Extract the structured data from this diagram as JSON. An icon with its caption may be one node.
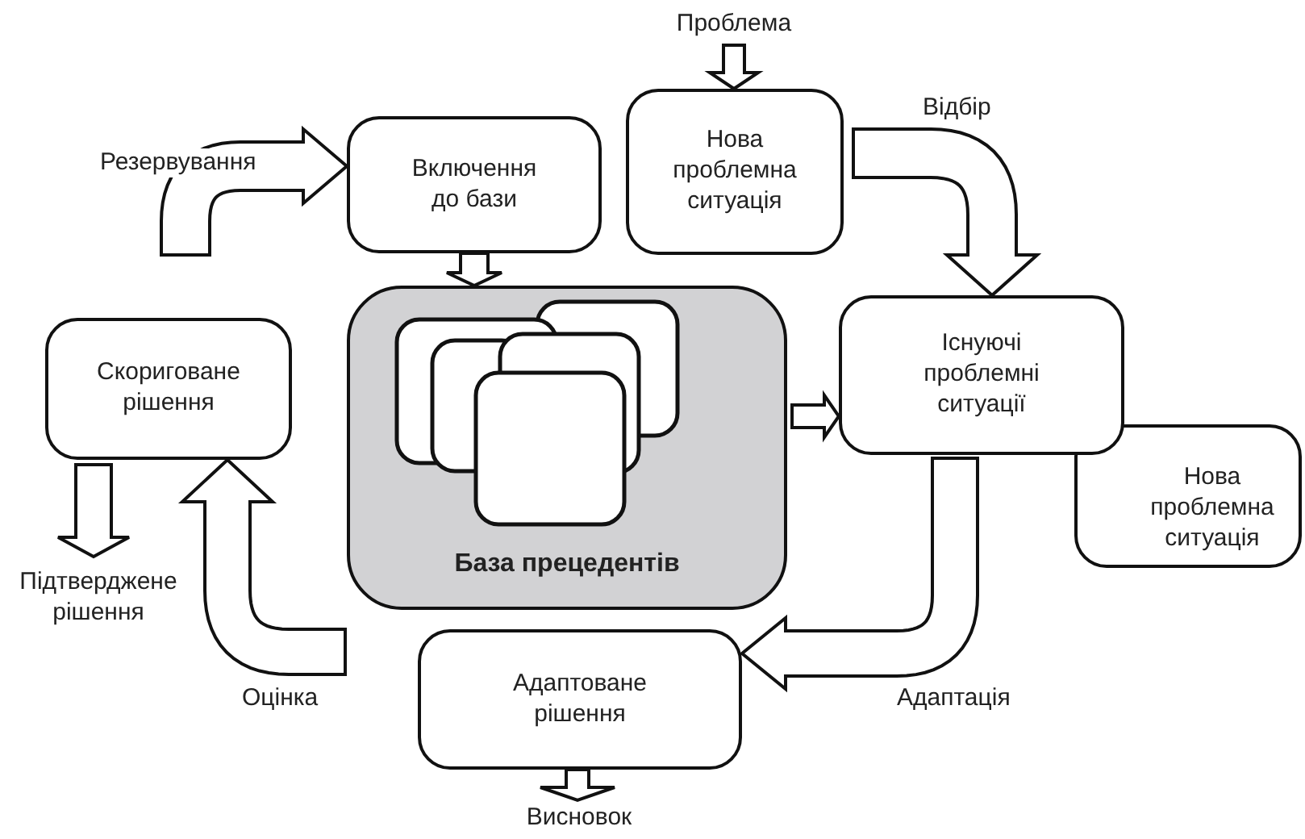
{
  "diagram": {
    "nodes": [
      {
        "text": [
          "Проблема"
        ]
      },
      {
        "text": [
          "Включення до бази"
        ]
      },
      {
        "text": [
          "Нова проблемна ситуація"
        ]
      },
      {
        "text": [
          "Скориговане рішення"
        ]
      },
      {
        "text": [
          "База прецедентів"
        ]
      },
      {
        "text": [
          "Існуючі проблемні ситуації"
        ]
      },
      {
        "text": [
          "Нова проблемна ситуація"
        ]
      },
      {
        "text": [
          "Підтверджене рішення"
        ]
      },
      {
        "text": [
          "Адаптоване рішення"
        ]
      },
      {
        "text": [
          "Висновок"
        ]
      }
    ],
    "edges": [
      {
        "from": 0,
        "to": 2,
        "arrow": "to"
      },
      {
        "from": null,
        "to": 1,
        "arrow": "to",
        "label": "Резервування"
      },
      {
        "from": 1,
        "to": 4,
        "arrow": "to"
      },
      {
        "from": 2,
        "to": 5,
        "arrow": "to",
        "label": "Відбір"
      },
      {
        "from": 4,
        "to": 5,
        "arrow": "to"
      },
      {
        "from": 5,
        "to": 8,
        "arrow": "to",
        "label": "Адаптація"
      },
      {
        "from": 8,
        "to": 9,
        "arrow": "to"
      },
      {
        "from": null,
        "to": 3,
        "arrow": "to",
        "label": "Оцінка"
      },
      {
        "from": 3,
        "to": 7,
        "arrow": "to"
      }
    ]
  }
}
